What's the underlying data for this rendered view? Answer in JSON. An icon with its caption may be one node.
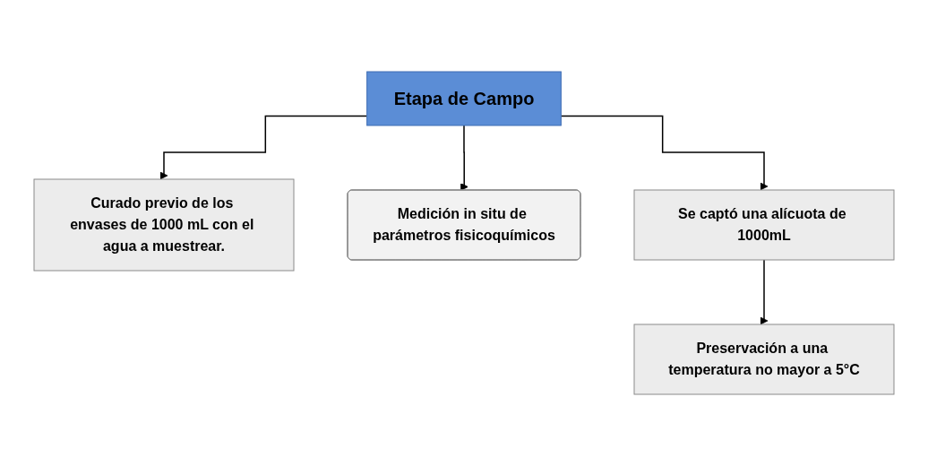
{
  "diagram": {
    "nodes": [
      {
        "text": [
          "Etapa de Campo"
        ]
      },
      {
        "text": [
          "Curado previo de los envases de 1000 mL con el agua a muestrear."
        ]
      },
      {
        "text": [
          "Medición in situ de parámetros fisicoquímicos"
        ]
      },
      {
        "text": [
          "Se captó una alícuota de 1000mL"
        ]
      },
      {
        "text": [
          "Preservación a una temperatura no mayor a 5°C"
        ]
      }
    ],
    "edges": [
      {
        "from": 0,
        "to": 1,
        "arrow": "to"
      },
      {
        "from": 0,
        "to": 2,
        "arrow": "to"
      },
      {
        "from": 0,
        "to": 3,
        "arrow": "to"
      },
      {
        "from": 3,
        "to": 4,
        "arrow": "to"
      }
    ]
  }
}
